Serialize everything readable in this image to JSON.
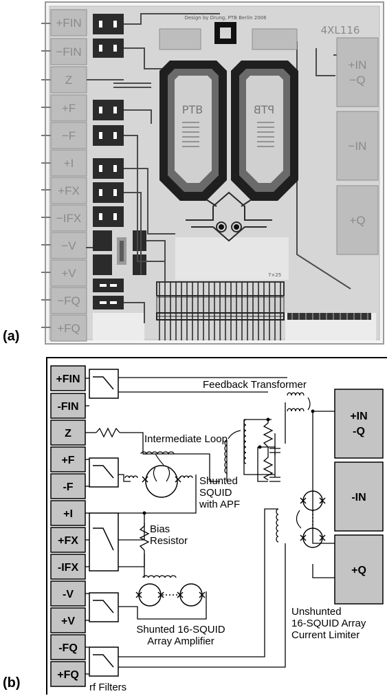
{
  "panels": {
    "a_label": "(a)",
    "b_label": "(b)"
  },
  "chip": {
    "credit": "Design by Drung, PTB Berlin 2006",
    "chip_id": "4XL116",
    "coil_label_left": "PTB",
    "coil_label_right": "PTB",
    "corner_label": "7×25",
    "left_pads": [
      "+FIN",
      "−FIN",
      "Z",
      "+F",
      "−F",
      "+I",
      "+FX",
      "−IFX",
      "−V",
      "+V",
      "−FQ",
      "+FQ"
    ],
    "right_pads": [
      {
        "line1": "+IN",
        "line2": "−Q"
      },
      {
        "line1": "−IN",
        "line2": ""
      },
      {
        "line1": "+Q",
        "line2": ""
      }
    ]
  },
  "schematic": {
    "left_pads": [
      "+FIN",
      "-FIN",
      "Z",
      "+F",
      "-F",
      "+I",
      "+FX",
      "-IFX",
      "-V",
      "+V",
      "-FQ",
      "+FQ"
    ],
    "right_pads": [
      {
        "line1": "+IN",
        "line2": "-Q"
      },
      {
        "line1": "-IN",
        "line2": ""
      },
      {
        "line1": "+Q",
        "line2": ""
      }
    ],
    "labels": {
      "feedback_transformer": "Feedback Transformer",
      "intermediate_loop": "Intermediate Loop",
      "shunted_squid_1": "Shunted",
      "shunted_squid_2": "SQUID",
      "shunted_squid_3": "with APF",
      "bias_1": "Bias",
      "bias_2": "Resistor",
      "amp_1": "Shunted 16-SQUID",
      "amp_2": "Array Amplifier",
      "limiter_1": "Unshunted",
      "limiter_2": "16-SQUID Array",
      "limiter_3": "Current Limiter",
      "rf_filters": "rf Filters"
    }
  }
}
